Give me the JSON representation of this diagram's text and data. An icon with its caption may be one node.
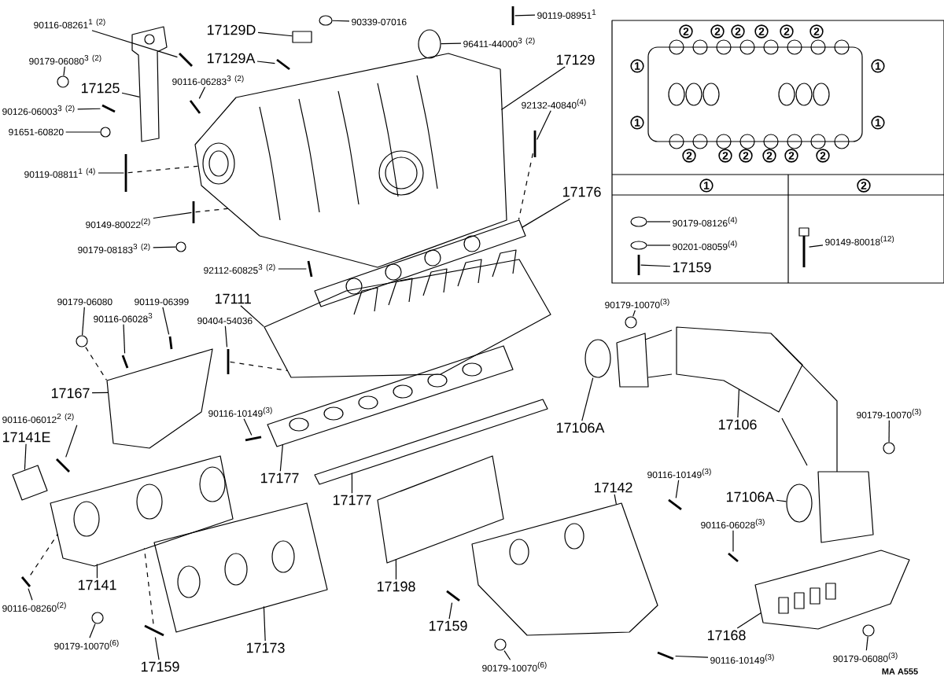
{
  "diagram": {
    "nodes": [
      {
        "text": [
          "90116-08261$^{1}$ $^{(2)}$"
        ]
      },
      {
        "text": [
          "90179-06080$^{3}$ $^{(2)}$"
        ]
      },
      {
        "text": [
          "17129D"
        ]
      },
      {
        "text": [
          "90339-07016"
        ]
      },
      {
        "text": [
          "90119-08951$^{1}$"
        ]
      },
      {
        "text": [
          "17125"
        ]
      },
      {
        "text": [
          "17129A"
        ]
      },
      {
        "text": [
          "96411-44000$^{3}$ $^{(2)}$"
        ]
      },
      {
        "text": [
          "90116-06283$^{3}$ $^{(2)}$"
        ]
      },
      {
        "text": [
          "17129"
        ]
      },
      {
        "text": [
          "90126-06003$^{3}$ $^{(2)}$"
        ]
      },
      {
        "text": [
          "91651-60820"
        ]
      },
      {
        "text": [
          "92132-40840$^{(4)}$"
        ]
      },
      {
        "text": [
          "90119-08811$^{1}$ $^{(4)}$"
        ]
      },
      {
        "text": [
          "90149-80022$^{(2)}$"
        ]
      },
      {
        "text": [
          "17176"
        ]
      },
      {
        "text": [
          "90179-08183$^{3}$ $^{(2)}$"
        ]
      },
      {
        "text": [
          "92112-60825$^{3}$ $^{(2)}$"
        ]
      },
      {
        "text": [
          "90179-06080"
        ]
      },
      {
        "text": [
          "90119-06399"
        ]
      },
      {
        "text": [
          "90116-06028$^{3}$"
        ]
      },
      {
        "text": [
          "17111"
        ]
      },
      {
        "text": [
          "90404-54036"
        ]
      },
      {
        "text": [
          "17167"
        ]
      },
      {
        "text": [
          "90116-06012$^{2}$ $^{(2)}$"
        ]
      },
      {
        "text": [
          "17141E"
        ]
      },
      {
        "text": [
          "90116-10149$^{(3)}$"
        ]
      },
      {
        "text": [
          "17177"
        ]
      },
      {
        "text": [
          "17177"
        ]
      },
      {
        "text": [
          "17141"
        ]
      },
      {
        "text": [
          "17173"
        ]
      },
      {
        "text": [
          "17198"
        ]
      },
      {
        "text": [
          "17159"
        ]
      },
      {
        "text": [
          "90116-08260$^{(2)}$"
        ]
      },
      {
        "text": [
          "90179-10070$^{(6)}$"
        ]
      },
      {
        "text": [
          "17159"
        ]
      },
      {
        "text": [
          "90179-10070$^{(3)}$"
        ]
      },
      {
        "text": [
          "17106A"
        ]
      },
      {
        "text": [
          "17106"
        ]
      },
      {
        "text": [
          "90179-10070$^{(3)}$"
        ]
      },
      {
        "text": [
          "17106A"
        ]
      },
      {
        "text": [
          "17142"
        ]
      },
      {
        "text": [
          "90116-10149$^{(3)}$"
        ]
      },
      {
        "text": [
          "90116-06028$^{(3)}$"
        ]
      },
      {
        "text": [
          "17168"
        ]
      },
      {
        "text": [
          "90179-10070$^{(6)}$"
        ]
      },
      {
        "text": [
          "90116-10149$^{(3)}$"
        ]
      },
      {
        "text": [
          "90179-06080$^{(3)}$"
        ]
      },
      {
        "text": [
          "90179-08126$^{(4)}$"
        ]
      },
      {
        "text": [
          "90201-08059$^{(4)}$"
        ]
      },
      {
        "text": [
          "17159"
        ]
      },
      {
        "text": [
          "90149-80018$^{(12)}$"
        ]
      },
      {
        "text": [],
        "shape": "picture"
      },
      {
        "text": [],
        "shape": "circle"
      },
      {
        "text": [],
        "shape": "box"
      },
      {
        "text": [],
        "shape": "circle"
      },
      {
        "text": [],
        "shape": "picture"
      },
      {
        "text": [],
        "shape": "picture"
      },
      {
        "text": [],
        "shape": "picture"
      },
      {
        "text": [],
        "shape": "circle"
      },
      {
        "text": [],
        "shape": "picture"
      },
      {
        "text": [],
        "shape": "picture"
      },
      {
        "text": [],
        "shape": "picture"
      },
      {
        "text": [],
        "shape": "circle"
      },
      {
        "text": [],
        "shape": "picture"
      },
      {
        "text": [],
        "shape": "picture"
      },
      {
        "text": [],
        "shape": "picture"
      },
      {
        "text": [],
        "shape": "picture"
      },
      {
        "text": [],
        "shape": "circle"
      },
      {
        "text": [],
        "shape": "picture"
      },
      {
        "text": [],
        "shape": "circle"
      },
      {
        "text": [],
        "shape": "picture"
      },
      {
        "text": [],
        "shape": "picture"
      },
      {
        "text": [],
        "shape": "picture"
      },
      {
        "text": [],
        "shape": "picture"
      },
      {
        "text": [],
        "shape": "picture"
      },
      {
        "text": [],
        "shape": "picture"
      },
      {
        "text": [],
        "shape": "picture"
      },
      {
        "text": [],
        "shape": "picture"
      },
      {
        "text": [],
        "shape": "picture"
      },
      {
        "text": [],
        "shape": "picture"
      },
      {
        "text": [],
        "shape": "picture"
      },
      {
        "text": [],
        "shape": "picture"
      },
      {
        "text": [],
        "shape": "picture"
      },
      {
        "text": [],
        "shape": "picture"
      },
      {
        "text": [],
        "shape": "picture"
      },
      {
        "text": [],
        "shape": "circle"
      },
      {
        "text": [],
        "shape": "picture"
      },
      {
        "text": [],
        "shape": "circle"
      },
      {
        "text": [],
        "shape": "circle"
      },
      {
        "text": [],
        "shape": "picture"
      },
      {
        "text": [],
        "shape": "circle"
      },
      {
        "text": [],
        "shape": "circle"
      },
      {
        "text": [],
        "shape": "picture"
      },
      {
        "text": [],
        "shape": "picture"
      },
      {
        "text": [],
        "shape": "picture"
      },
      {
        "text": [],
        "shape": "picture"
      },
      {
        "text": [],
        "shape": "circle"
      },
      {
        "text": [],
        "shape": "picture"
      },
      {
        "text": [],
        "shape": "circle"
      },
      {
        "text": [],
        "shape": "circle"
      },
      {
        "text": [],
        "shape": "circle"
      },
      {
        "text": [],
        "shape": "picture"
      },
      {
        "text": [],
        "shape": "picture"
      }
    ],
    "edges": [
      {
        "from": 0,
        "to": 52,
        "arrow": "none"
      },
      {
        "from": 1,
        "to": 53,
        "arrow": "none"
      },
      {
        "from": 2,
        "to": 54,
        "arrow": "none"
      },
      {
        "from": 3,
        "to": 55,
        "arrow": "none"
      },
      {
        "from": 4,
        "to": 56,
        "arrow": "none"
      },
      {
        "from": 5,
        "to": 57,
        "arrow": "none"
      },
      {
        "from": 6,
        "to": 58,
        "arrow": "none"
      },
      {
        "from": 7,
        "to": 59,
        "arrow": "none"
      },
      {
        "from": 8,
        "to": 60,
        "arrow": "none"
      },
      {
        "from": 9,
        "to": 61,
        "arrow": "none"
      },
      {
        "from": 10,
        "to": 62,
        "arrow": "none"
      },
      {
        "from": 11,
        "to": 63,
        "arrow": "none"
      },
      {
        "from": 12,
        "to": 64,
        "arrow": "none"
      },
      {
        "from": 13,
        "to": 65,
        "arrow": "none"
      },
      {
        "from": 14,
        "to": 66,
        "arrow": "none"
      },
      {
        "from": 15,
        "to": 67,
        "arrow": "none"
      },
      {
        "from": 16,
        "to": 68,
        "arrow": "none"
      },
      {
        "from": 17,
        "to": 69,
        "arrow": "none"
      },
      {
        "from": 18,
        "to": 70,
        "arrow": "none"
      },
      {
        "from": 19,
        "to": 71,
        "arrow": "none"
      },
      {
        "from": 20,
        "to": 72,
        "arrow": "none"
      },
      {
        "from": 21,
        "to": 73,
        "arrow": "none"
      },
      {
        "from": 22,
        "to": 74,
        "arrow": "none"
      },
      {
        "from": 23,
        "to": 75,
        "arrow": "none"
      },
      {
        "from": 24,
        "to": 76,
        "arrow": "none"
      },
      {
        "from": 25,
        "to": 77,
        "arrow": "none"
      },
      {
        "from": 26,
        "to": 78,
        "arrow": "none"
      },
      {
        "from": 27,
        "to": 79,
        "arrow": "none"
      },
      {
        "from": 28,
        "to": 80,
        "arrow": "none"
      },
      {
        "from": 29,
        "to": 81,
        "arrow": "none"
      },
      {
        "from": 30,
        "to": 82,
        "arrow": "none"
      },
      {
        "from": 31,
        "to": 83,
        "arrow": "none"
      },
      {
        "from": 32,
        "to": 84,
        "arrow": "none"
      },
      {
        "from": 33,
        "to": 85,
        "arrow": "none"
      },
      {
        "from": 34,
        "to": 86,
        "arrow": "none"
      },
      {
        "from": 35,
        "to": 87,
        "arrow": "none"
      },
      {
        "from": 36,
        "to": 88,
        "arrow": "none"
      },
      {
        "from": 37,
        "to": 89,
        "arrow": "none"
      },
      {
        "from": 38,
        "to": 90,
        "arrow": "none"
      },
      {
        "from": 39,
        "to": 91,
        "arrow": "none"
      },
      {
        "from": 40,
        "to": 92,
        "arrow": "none"
      },
      {
        "from": 41,
        "to": 93,
        "arrow": "none"
      },
      {
        "from": 42,
        "to": 94,
        "arrow": "none"
      },
      {
        "from": 43,
        "to": 95,
        "arrow": "none"
      },
      {
        "from": 44,
        "to": 96,
        "arrow": "none"
      },
      {
        "from": 45,
        "to": 97,
        "arrow": "none"
      },
      {
        "from": 46,
        "to": 98,
        "arrow": "none"
      },
      {
        "from": 47,
        "to": 99,
        "arrow": "none"
      },
      {
        "from": 48,
        "to": 100,
        "arrow": "none"
      },
      {
        "from": 49,
        "to": 101,
        "arrow": "none"
      },
      {
        "from": 50,
        "to": 102,
        "arrow": "none"
      },
      {
        "from": 51,
        "to": 103,
        "arrow": "none"
      },
      {
        "from": 65,
        "to": 61,
        "arrow": "none",
        "style": "dashed"
      },
      {
        "from": 66,
        "to": 61,
        "arrow": "none",
        "style": "dashed"
      },
      {
        "from": 64,
        "to": 67,
        "arrow": "none",
        "style": "dashed"
      },
      {
        "from": 70,
        "to": 75,
        "arrow": "none",
        "style": "dashed"
      },
      {
        "from": 74,
        "to": 73,
        "arrow": "none",
        "style": "dashed"
      },
      {
        "from": 85,
        "to": 81,
        "arrow": "none",
        "style": "dashed"
      },
      {
        "from": 87,
        "to": 81,
        "arrow": "none",
        "style": "dashed"
      }
    ],
    "labels": [
      "2",
      "2",
      "2",
      "2",
      "2",
      "2",
      "1",
      "1",
      "1",
      "1",
      "2",
      "2",
      "2",
      "2",
      "2",
      "2",
      "1",
      "2",
      "MA A555"
    ]
  }
}
